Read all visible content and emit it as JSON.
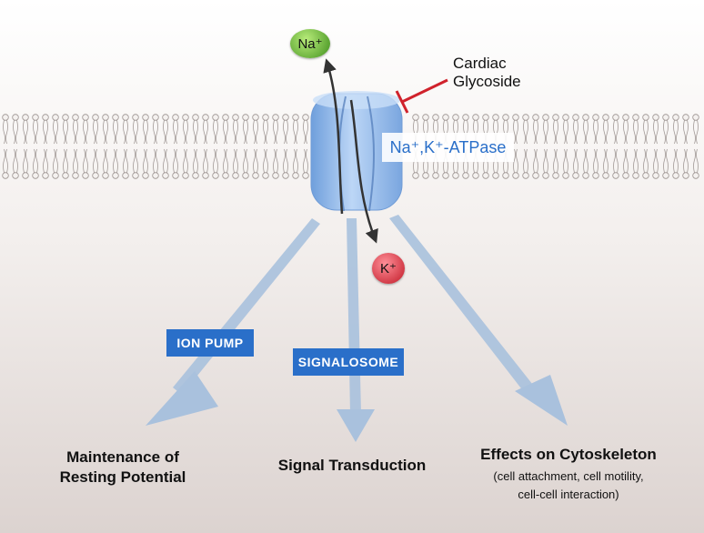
{
  "ions": {
    "sodium": "Na⁺",
    "potassium": "K⁺"
  },
  "inhibitor": {
    "line1": "Cardiac",
    "line2": "Glycoside"
  },
  "enzyme": {
    "label": "Na⁺,K⁺-ATPase"
  },
  "functions": [
    {
      "tag": "ION PUMP",
      "outcome_line1": "Maintenance of",
      "outcome_line2": "Resting Potential"
    },
    {
      "tag": "SIGNALOSOME",
      "outcome_line1": "Signal Transduction"
    },
    {
      "tag": "",
      "outcome_line1": "Effects on Cytoskeleton",
      "note_line1": "(cell attachment, cell motility,",
      "note_line2": "cell-cell interaction)"
    }
  ],
  "colors": {
    "tag_blue": "#2a6fc9",
    "arrow_blue": "#a9c1dd",
    "inhibitor_red": "#d0222c",
    "sodium_green": "#5cae2e",
    "potassium_red": "#e0303f",
    "pump_blue": "#8fb8ec"
  }
}
